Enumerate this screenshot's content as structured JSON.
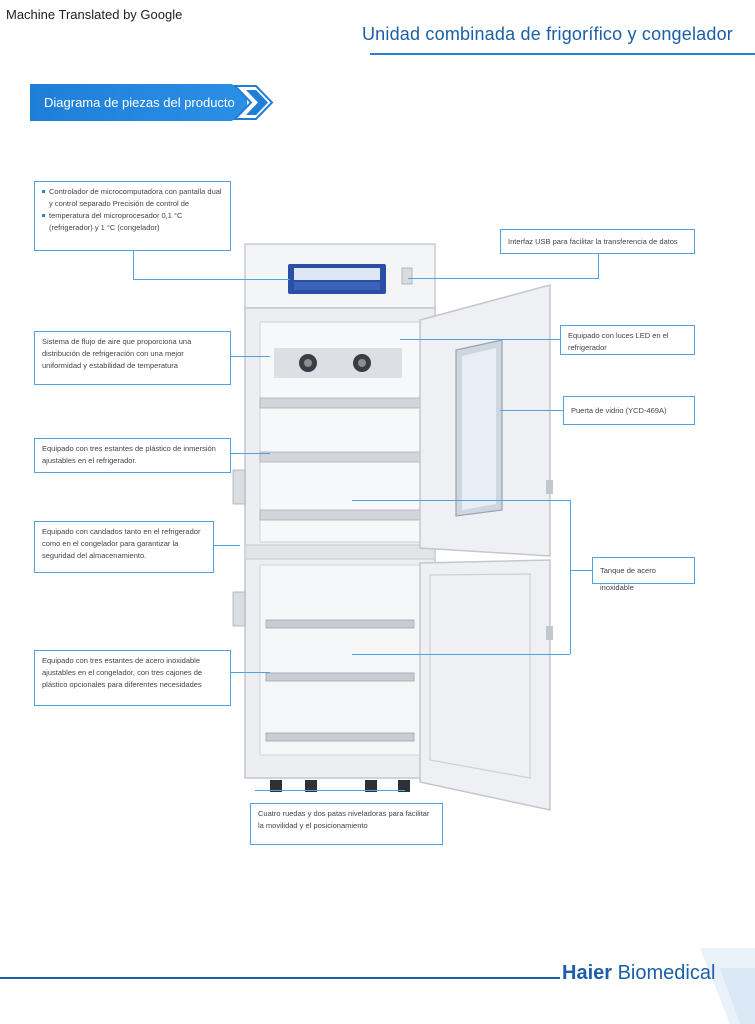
{
  "header": {
    "machine_translated": "Machine Translated by Google",
    "title": "Unidad combinada de frigorífico y congelador"
  },
  "banner": {
    "label": "Diagrama de piezas del producto"
  },
  "callouts": {
    "controller": [
      "Controlador de microcomputadora con pantalla dual y control separado Precisión de control de",
      "temperatura del microprocesador 0,1 °C (refrigerador) y 1 °C (congelador)"
    ],
    "usb": "Interfaz USB para facilitar la transferencia de datos",
    "airflow": "Sistema de flujo de aire que proporciona una distribución de refrigeración con una mejor uniformidad y estabilidad de temperatura",
    "led": "Equipado con luces LED en el refrigerador",
    "glass": "Puerta de vidrio (YCD-469A)",
    "plastic_shelves": "Equipado con tres estantes de plástico de inmersión ajustables en el refrigerador.",
    "locks": "Equipado con candados tanto en el refrigerador como en el congelador para garantizar la seguridad del almacenamiento.",
    "steel_tank": "Tanque de acero inoxidable",
    "steel_shelves": "Equipado con tres estantes de acero inoxidable ajustables en el congelador, con tres cajones de plástico opcionales para diferentes necesidades",
    "casters": "Cuatro ruedas y dos patas niveladoras para facilitar la movilidad y el posicionamiento"
  },
  "footer": {
    "brand_bold": "Haier",
    "brand_rest": " Biomedical"
  },
  "colors": {
    "accent": "#1b5fa8",
    "callout_border": "#4ea3e0"
  }
}
